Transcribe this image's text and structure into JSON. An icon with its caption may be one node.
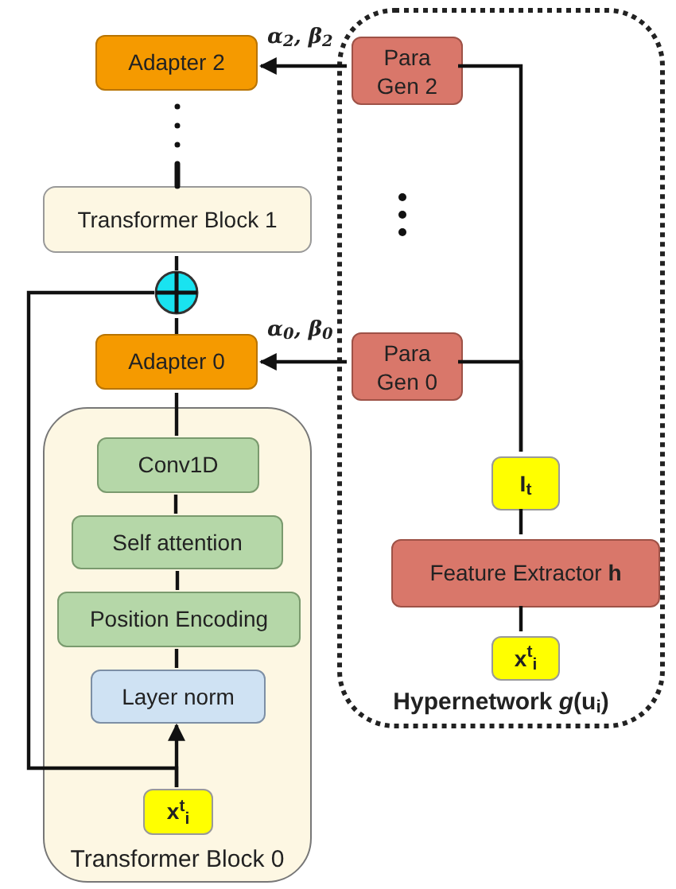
{
  "diagram": {
    "nodes": [
      {
        "text": [
          "Adapter 2"
        ]
      },
      {
        "text": [
          "Transformer Block 1"
        ]
      },
      {
        "text": [],
        "shape": "circle"
      },
      {
        "text": [
          "Adapter 0"
        ]
      },
      {
        "text": [
          "Transformer Block 0"
        ]
      },
      {
        "text": [
          "Conv1D"
        ],
        "in": 4
      },
      {
        "text": [
          "Self attention"
        ],
        "in": 4
      },
      {
        "text": [
          "Position Encoding"
        ],
        "in": 4
      },
      {
        "text": [
          "Layer norm"
        ],
        "in": 4
      },
      {
        "text": [
          "**x**$^{t}$$_{i}$"
        ],
        "in": 4
      },
      {
        "text": [
          "Hypernetwork *g*(u$_{i}$)"
        ]
      },
      {
        "text": [
          "Para Gen 2"
        ],
        "in": 10
      },
      {
        "text": [
          "Para Gen 0"
        ],
        "in": 10
      },
      {
        "text": [
          "I$_{t}$"
        ],
        "in": 10
      },
      {
        "text": [
          "Feature Extractor **h**"
        ],
        "in": 10
      },
      {
        "text": [
          "**x**$^{t}$$_{i}$"
        ],
        "in": 10
      }
    ],
    "edges": [
      {
        "from": 11,
        "to": 0,
        "arrow": "to",
        "label": "α$_{2}$, β$_{2}$"
      },
      {
        "from": 12,
        "to": 3,
        "arrow": "to",
        "label": "α$_{0}$, β$_{0}$"
      },
      {
        "from": 13,
        "to": 11,
        "arrow": "none"
      },
      {
        "from": 13,
        "to": 12,
        "arrow": "none"
      },
      {
        "from": 14,
        "to": 13,
        "arrow": "none"
      },
      {
        "from": 15,
        "to": 14,
        "arrow": "none"
      },
      {
        "from": 1,
        "to": 0,
        "arrow": "none",
        "style": "dashed"
      },
      {
        "from": 2,
        "to": 1,
        "arrow": "none"
      },
      {
        "from": 3,
        "to": 2,
        "arrow": "none"
      },
      {
        "from": 5,
        "to": 3,
        "arrow": "none"
      },
      {
        "from": 6,
        "to": 5,
        "arrow": "none"
      },
      {
        "from": 7,
        "to": 6,
        "arrow": "none"
      },
      {
        "from": 8,
        "to": 7,
        "arrow": "none"
      },
      {
        "from": 9,
        "to": 8,
        "arrow": "to"
      },
      {
        "from": 9,
        "to": 2,
        "arrow": "none"
      }
    ]
  }
}
